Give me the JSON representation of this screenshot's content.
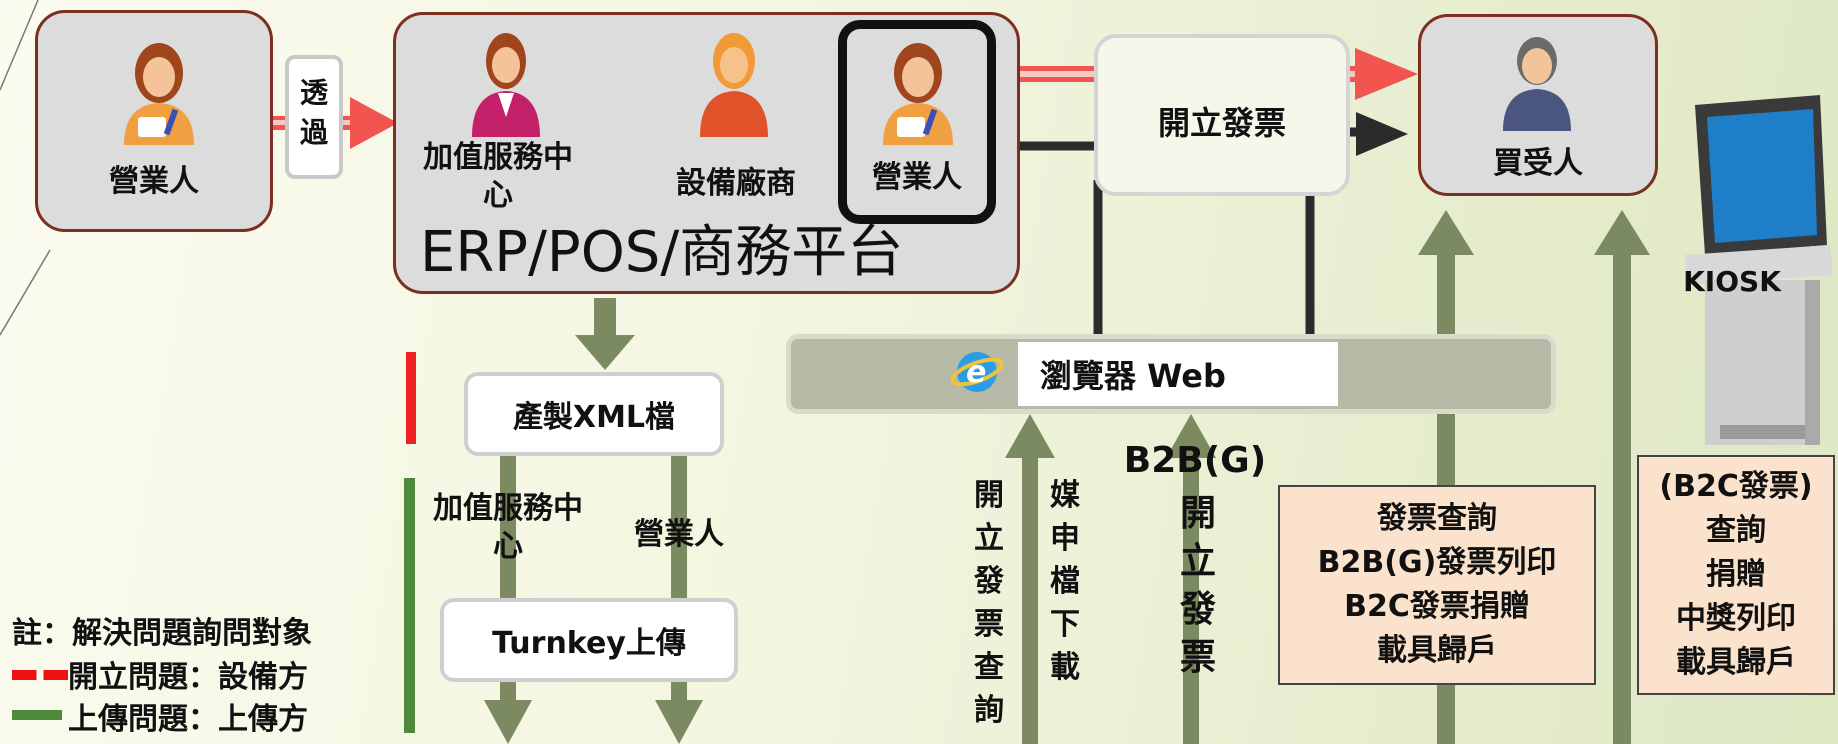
{
  "actor_left": {
    "label": "營業人"
  },
  "via_label": "透過",
  "erp_box": {
    "caption": "ERP/POS/商務平台",
    "actors": [
      {
        "label": "加值服務中心"
      },
      {
        "label": "設備廠商"
      },
      {
        "label": "營業人"
      }
    ]
  },
  "issue_invoice": {
    "label": "開立發票"
  },
  "buyer": {
    "label": "買受人"
  },
  "kiosk": {
    "label": "KIOSK"
  },
  "browser": {
    "label": "瀏覽器 Web"
  },
  "xml_box": {
    "label": "產製XML檔"
  },
  "upload": {
    "left_label": "加值服務中心",
    "right_label": "營業人",
    "turnkey_label": "Turnkey上傳"
  },
  "vertical_labels": {
    "issue_query": "開立發票查詢",
    "media_download": "媒申檔下載",
    "b2b_title": "B2B(G)",
    "b2b_issue": "開立發票"
  },
  "query_box": {
    "lines": [
      "發票查詢",
      "B2B(G)發票列印",
      "B2C發票捐贈",
      "載具歸戶"
    ]
  },
  "kiosk_box": {
    "lines": [
      "(B2C發票)",
      "查詢",
      "捐贈",
      "中獎列印",
      "載具歸戶"
    ]
  },
  "legend": {
    "note": "註：解決問題詢問對象",
    "red_item": "開立問題：設備方",
    "green_item": "上傳問題：上傳方"
  },
  "colors": {
    "box_border": "#7a2f1f",
    "arrow_red": "#f25550",
    "arrow_green": "#7b8a60",
    "arrow_dark": "#2b2b2b",
    "salmon_fill": "#fbe2cc"
  }
}
